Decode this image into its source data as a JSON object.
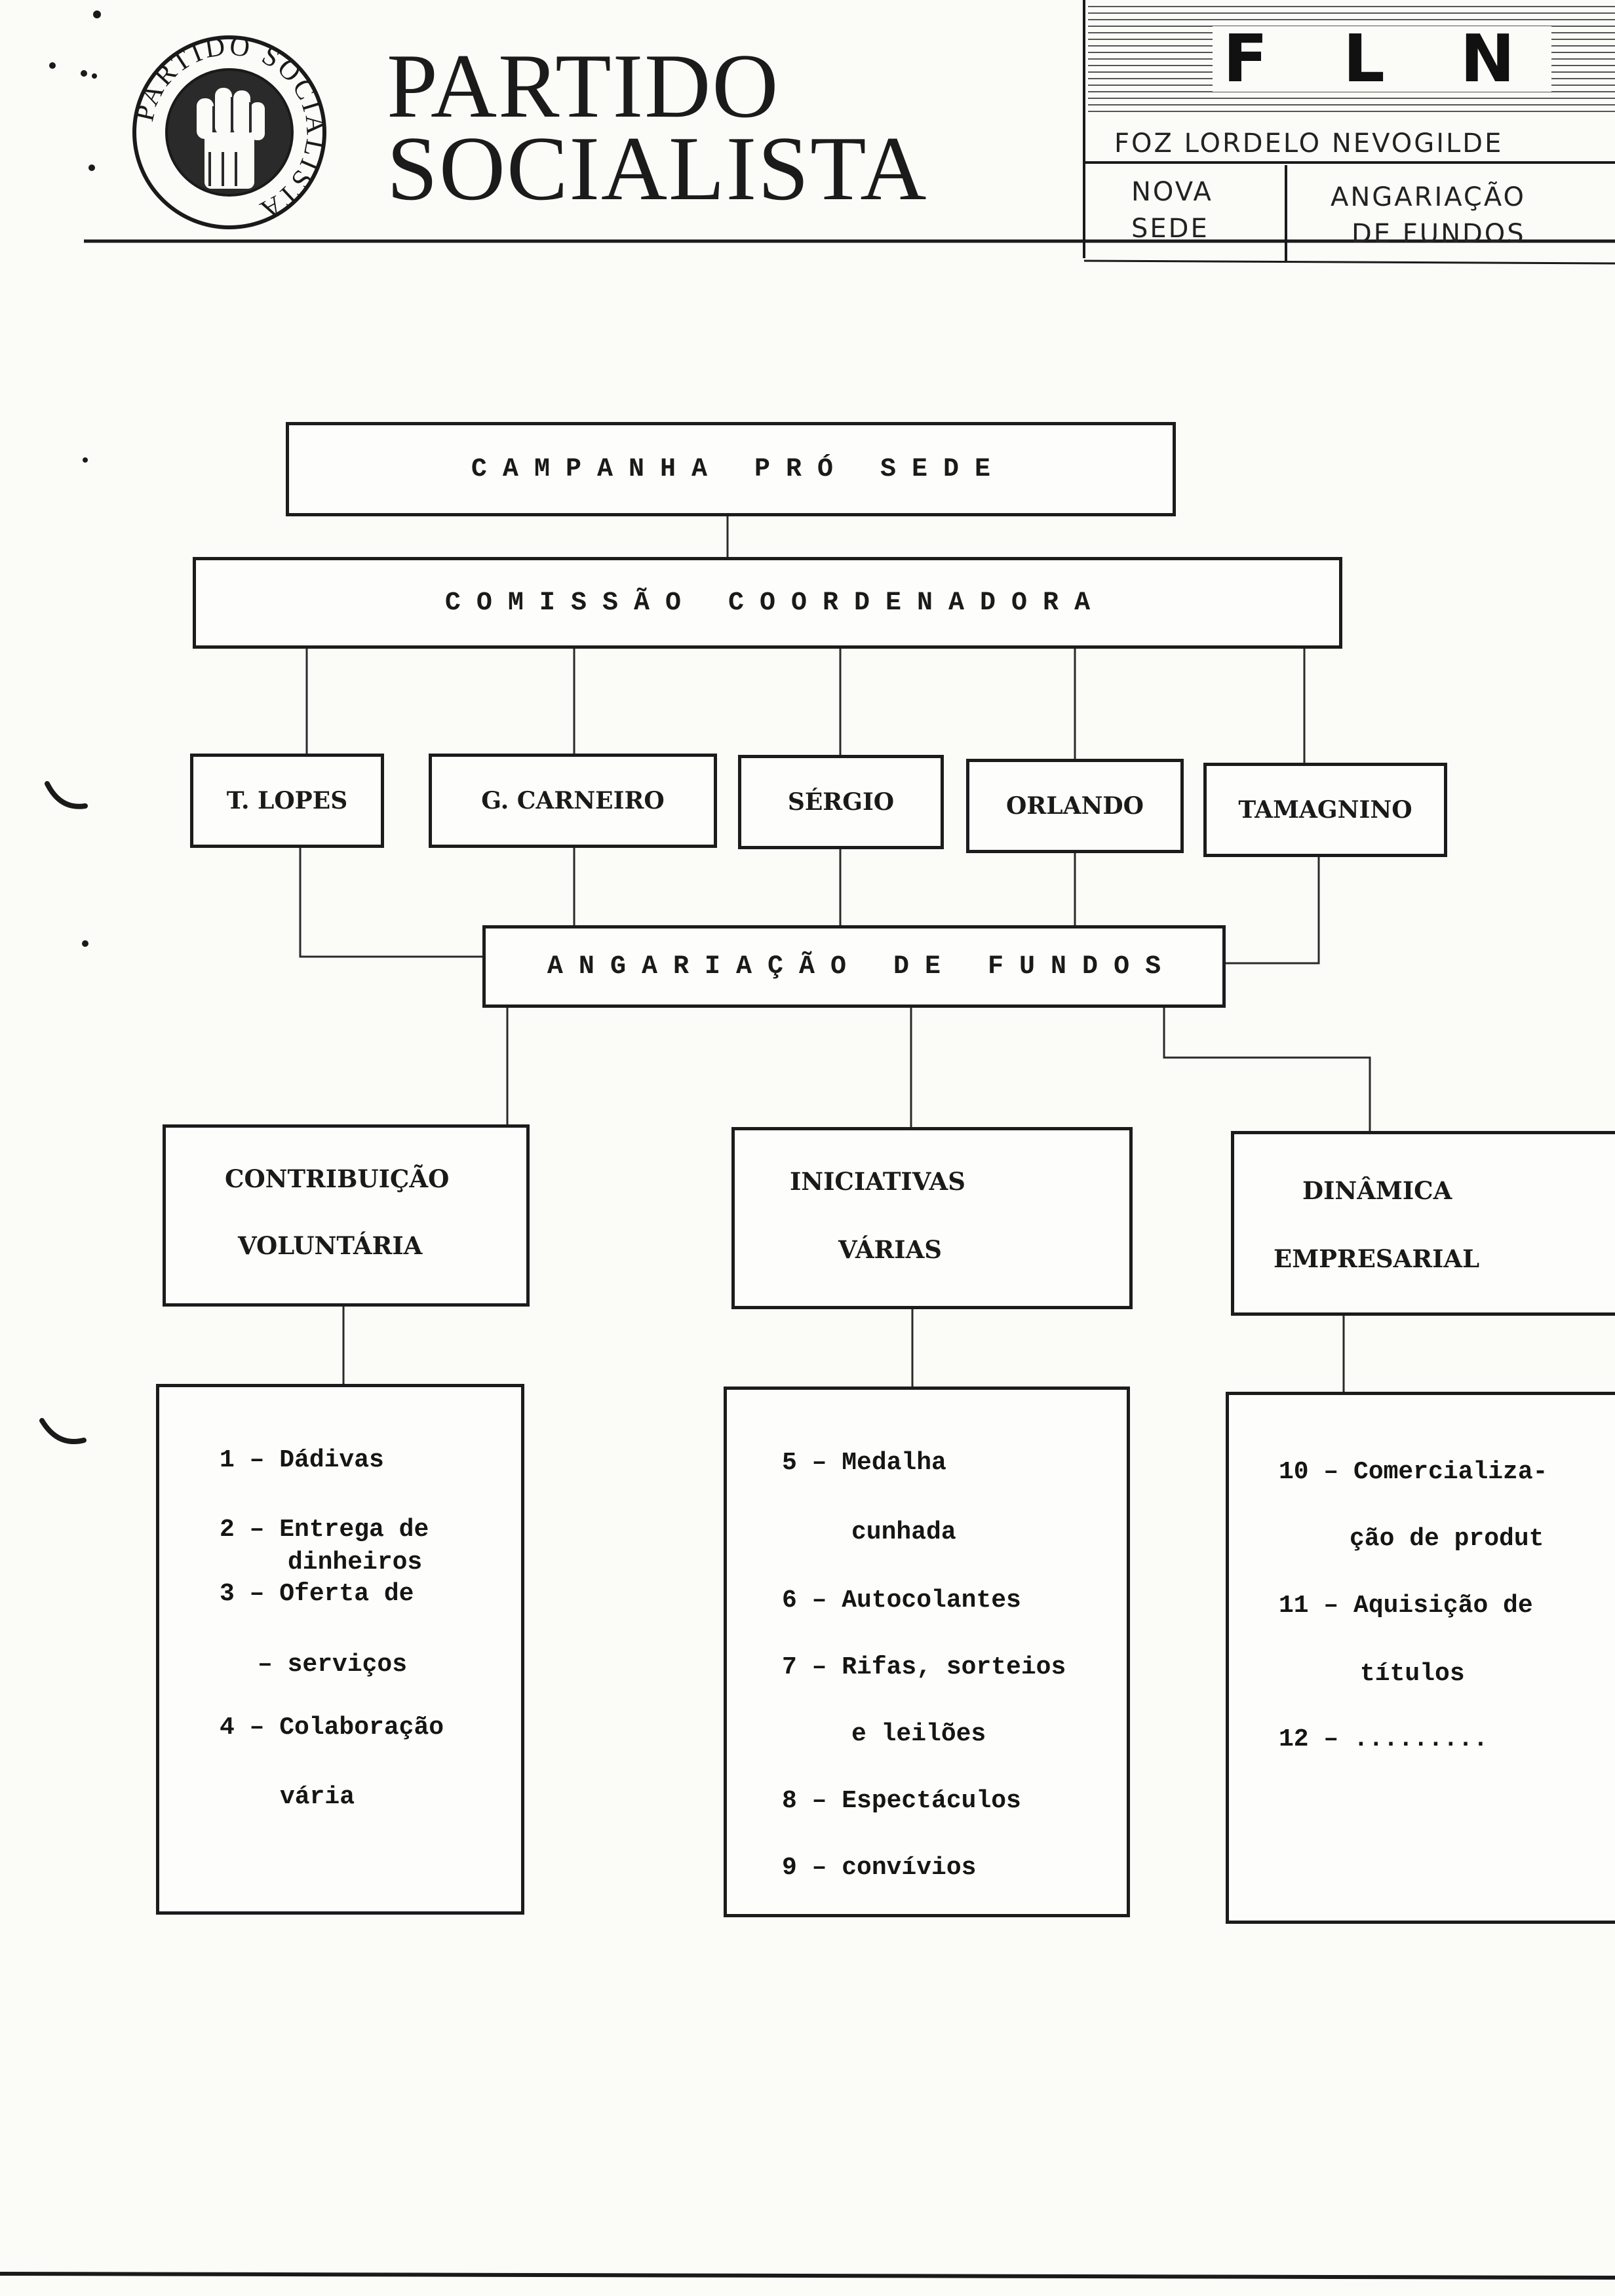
{
  "header": {
    "logo_text": "PARTIDO SOCIALISTA",
    "title_line1": "PARTIDO",
    "title_line2": "SOCIALISTA",
    "fln": "F L N",
    "parishes": "FOZ LORDELO NEVOGILDE",
    "cell_left_line1": "NOVA",
    "cell_left_line2": "SEDE",
    "cell_right_line1": "ANGARIAÇÃO",
    "cell_right_line2": "DE FUNDOS"
  },
  "diagram": {
    "campaign": "C A M P A N H A   P R Ó   S E D E",
    "commission": "C O M I S S Ã O   C O O R D E N A D O R A",
    "members": [
      "T. LOPES",
      "G. CARNEIRO",
      "SÉRGIO",
      "ORLANDO",
      "TAMAGNINO"
    ],
    "fundraising": "A N G A R I A Ç Ã O   D E   F U N D O S",
    "categories": [
      {
        "line1": "CONTRIBUIÇÃO",
        "line2": "VOLUNTÁRIA"
      },
      {
        "line1": "INICIATIVAS",
        "line2": "VÁRIAS"
      },
      {
        "line1": "DINÂMICA",
        "line2": "EMPRESARIAL"
      }
    ],
    "lists": [
      [
        "1 – Dádivas",
        "2 – Entrega de",
        "dinheiros",
        "3 – Oferta de",
        "– serviços",
        "4 – Colaboração",
        "vária"
      ],
      [
        "5 – Medalha",
        "cunhada",
        "6 – Autocolantes",
        "7 – Rifas, sorteios",
        "e leilões",
        "8 – Espectáculos",
        "9 – convívios"
      ],
      [
        "10 – Comercializa-",
        "ção de produt",
        "11 – Aquisição de",
        "títulos",
        "12 – ........."
      ]
    ]
  }
}
